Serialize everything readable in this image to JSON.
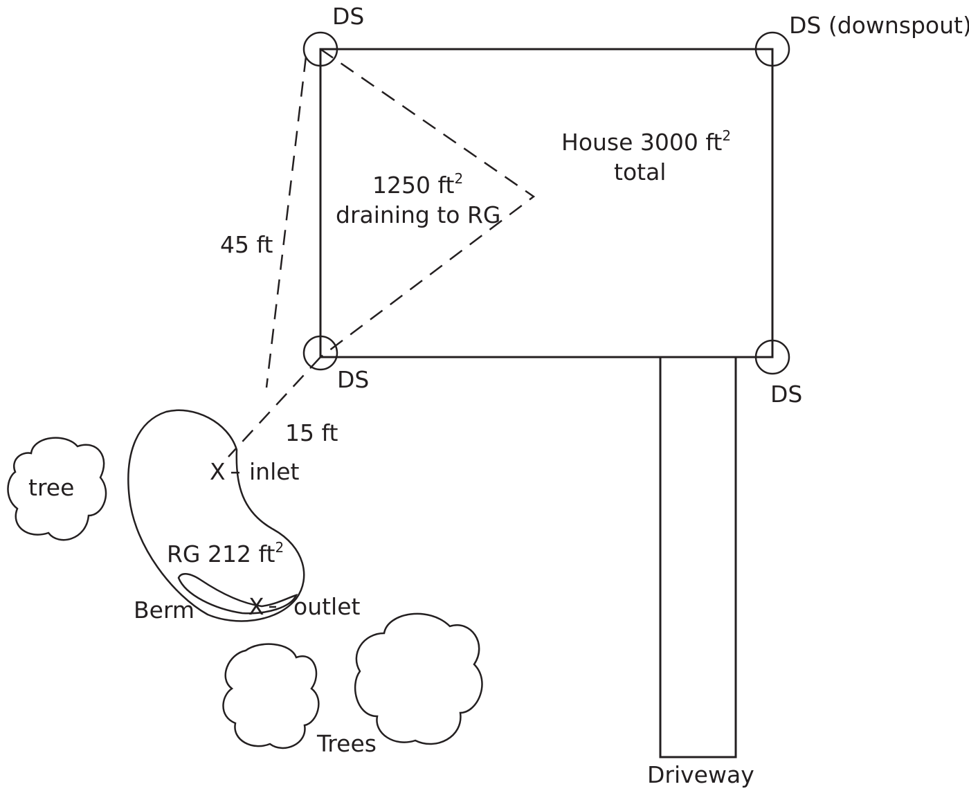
{
  "labels": {
    "ds_top_left": "DS",
    "ds_top_right": "DS (downspout)",
    "ds_bottom_left": "DS",
    "ds_bottom_right": "DS",
    "house_line1": "House 3000 ft",
    "house_sup": "2",
    "house_line2": "total",
    "drain_line1": "1250 ft",
    "drain_sup": "2",
    "drain_line2": "draining to RG",
    "dist_45": "45 ft",
    "dist_15": "15 ft",
    "inlet_x": "X",
    "inlet": "inlet",
    "outlet_x": "X",
    "outlet": "outlet",
    "rg_area": "RG 212 ft",
    "rg_sup": "2",
    "berm": "Berm",
    "tree": "tree",
    "trees": "Trees",
    "driveway": "Driveway"
  }
}
